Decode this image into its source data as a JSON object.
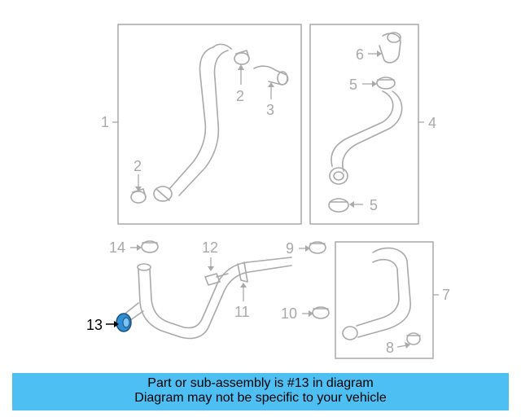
{
  "callouts": {
    "c1": "1",
    "c2a": "2",
    "c2b": "2",
    "c3": "3",
    "c4": "4",
    "c5a": "5",
    "c5b": "5",
    "c6": "6",
    "c7": "7",
    "c8": "8",
    "c9": "9",
    "c10": "10",
    "c11": "11",
    "c12": "12",
    "c13": "13",
    "c14": "14"
  },
  "highlighted_callout": "13",
  "colors": {
    "line": "#a9a9a9",
    "highlight_part": "#2f8fd6",
    "banner": "#4dbff2",
    "text": "#000000"
  },
  "banner": {
    "line1": "Part or sub-assembly is #13 in diagram",
    "line2": "Diagram may not be specific to your vehicle"
  }
}
